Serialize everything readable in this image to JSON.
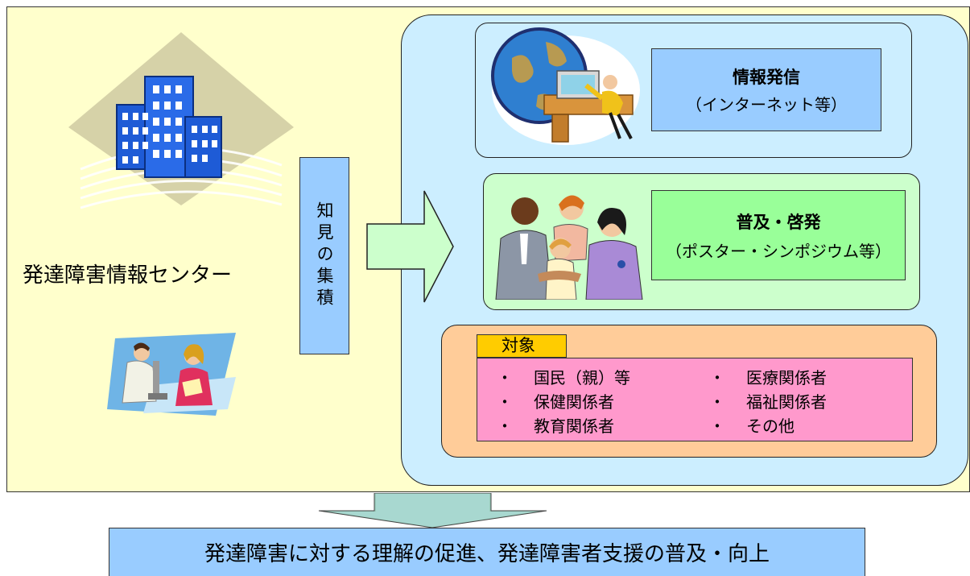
{
  "center": {
    "title": "発達障害情報センター"
  },
  "knowledge": {
    "label": "知見の集積"
  },
  "info": {
    "title": "情報発信",
    "subtitle": "（インターネット等）"
  },
  "promo": {
    "title": "普及・啓発",
    "subtitle": "（ポスター・シンポジウム等）"
  },
  "target": {
    "label": "対象",
    "bullet": "・",
    "items": [
      "国民（親）等",
      "保健関係者",
      "教育関係者",
      "医療関係者",
      "福祉関係者",
      "その他"
    ]
  },
  "result": {
    "text": "発達障害に対する理解の促進、発達障害者支援の普及・向上"
  },
  "colors": {
    "background": "#ffffcc",
    "panel": "#cceeff",
    "blue_label": "#99ccff",
    "green_box": "#ccffcc",
    "green_label": "#99ff99",
    "orange_box": "#ffcc99",
    "yellow_tag": "#ffcc00",
    "pink_list": "#ff99cc",
    "arrow": "#ccffcc"
  }
}
